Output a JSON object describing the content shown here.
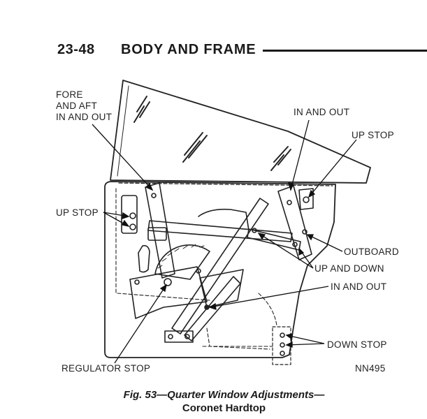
{
  "header": {
    "page_number": "23-48",
    "section_title": "BODY AND FRAME"
  },
  "callouts": {
    "fore_aft": "FORE",
    "fore_aft_2": "AND AFT",
    "fore_aft_3": "IN AND OUT",
    "in_out_top": "IN AND OUT",
    "up_stop_top": "UP STOP",
    "up_stop_left": "UP STOP",
    "outboard": "OUTBOARD",
    "up_and_down": "UP AND DOWN",
    "in_out_mid": "IN AND OUT",
    "down_stop": "DOWN STOP",
    "regulator_stop": "REGULATOR STOP",
    "figure_code": "NN495"
  },
  "caption": {
    "line1": "Fig. 53—Quarter Window Adjustments—",
    "line2": "Coronet Hardtop"
  }
}
